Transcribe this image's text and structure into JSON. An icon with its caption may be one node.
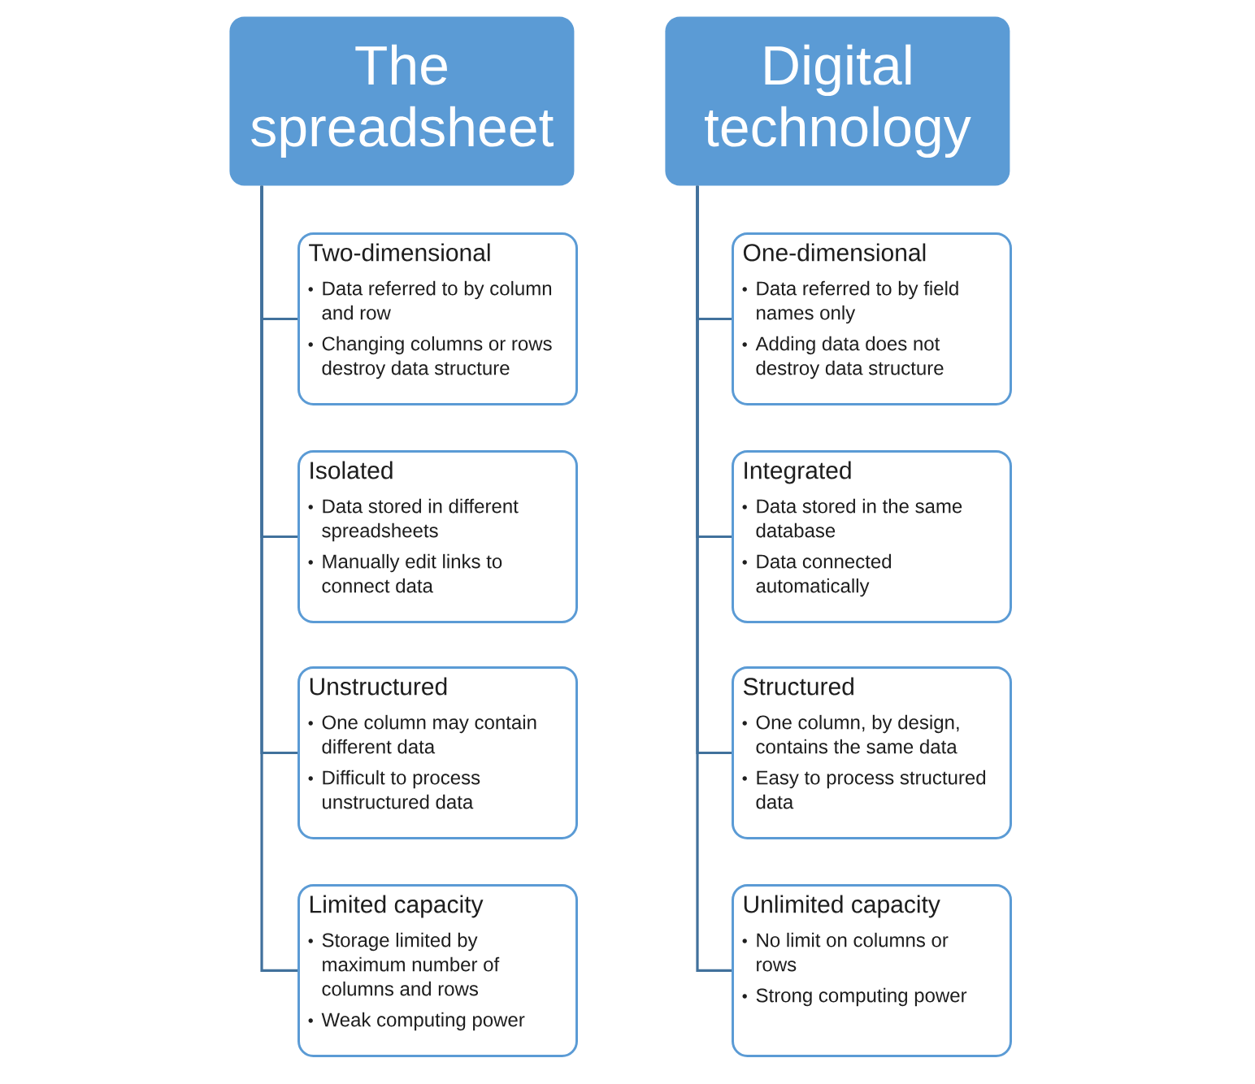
{
  "diagram": {
    "nodes": [
      {
        "text": [
          "The spreadsheet"
        ]
      },
      {
        "text": [
          "Two-dimensional",
          "Data referred to by column and row",
          "Changing columns or rows destroy data structure"
        ]
      },
      {
        "text": [
          "Isolated",
          "Data stored in different spreadsheets",
          "Manually edit links to connect data"
        ]
      },
      {
        "text": [
          "Unstructured",
          "One column may contain different data",
          "Difficult to process unstructured data"
        ]
      },
      {
        "text": [
          "Limited capacity",
          "Storage limited by maximum number of columns and rows",
          "Weak computing power"
        ]
      },
      {
        "text": [
          "Digital technology"
        ]
      },
      {
        "text": [
          "One-dimensional",
          "Data referred to by field names only",
          "Adding data does not destroy data structure"
        ]
      },
      {
        "text": [
          "Integrated",
          "Data stored in the same database",
          "Data connected automatically"
        ]
      },
      {
        "text": [
          "Structured",
          "One column, by design, contains the same data",
          "Easy to process structured data"
        ]
      },
      {
        "text": [
          "Unlimited capacity",
          "No limit on columns or rows",
          "Strong computing power"
        ]
      }
    ],
    "edges": [
      {
        "from": 0,
        "to": 1,
        "arrow": "none"
      },
      {
        "from": 0,
        "to": 2,
        "arrow": "none"
      },
      {
        "from": 0,
        "to": 3,
        "arrow": "none"
      },
      {
        "from": 0,
        "to": 4,
        "arrow": "none"
      },
      {
        "from": 5,
        "to": 6,
        "arrow": "none"
      },
      {
        "from": 5,
        "to": 7,
        "arrow": "none"
      },
      {
        "from": 5,
        "to": 8,
        "arrow": "none"
      },
      {
        "from": 5,
        "to": 9,
        "arrow": "none"
      }
    ]
  }
}
